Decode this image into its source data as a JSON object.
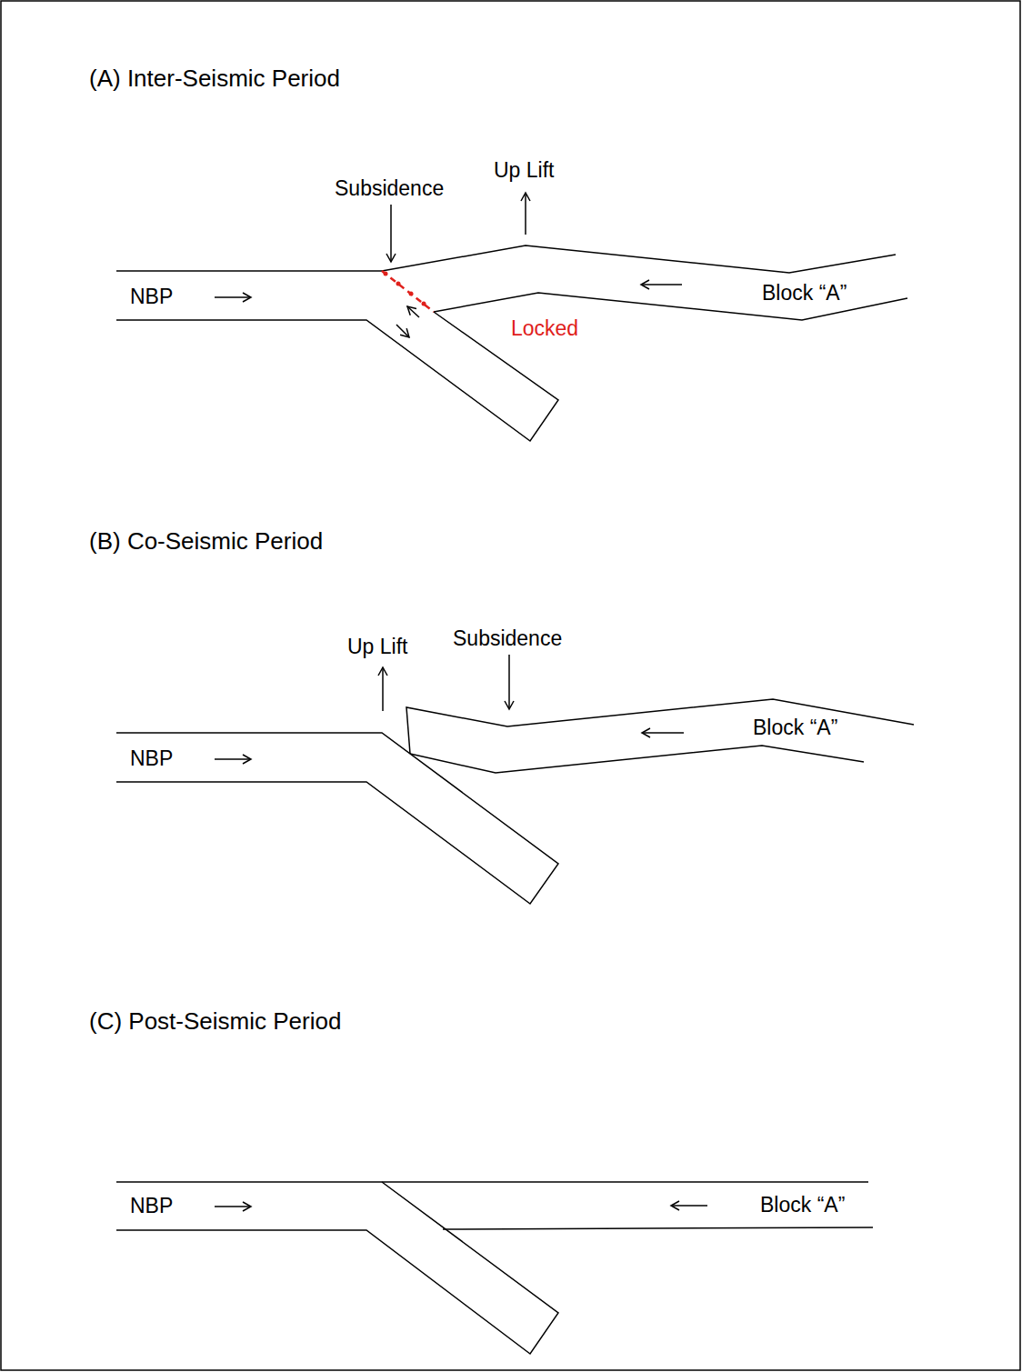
{
  "diagram": {
    "labels": [
      "(A) Inter-Seismic Period",
      "Subsidence",
      "Up Lift",
      "NBP",
      "Block “A”",
      "Locked",
      "(B) Co-Seismic Period",
      "Up Lift",
      "Subsidence",
      "NBP",
      "Block “A”",
      "(C) Post-Seismic Period",
      "NBP",
      "Block “A”"
    ]
  }
}
